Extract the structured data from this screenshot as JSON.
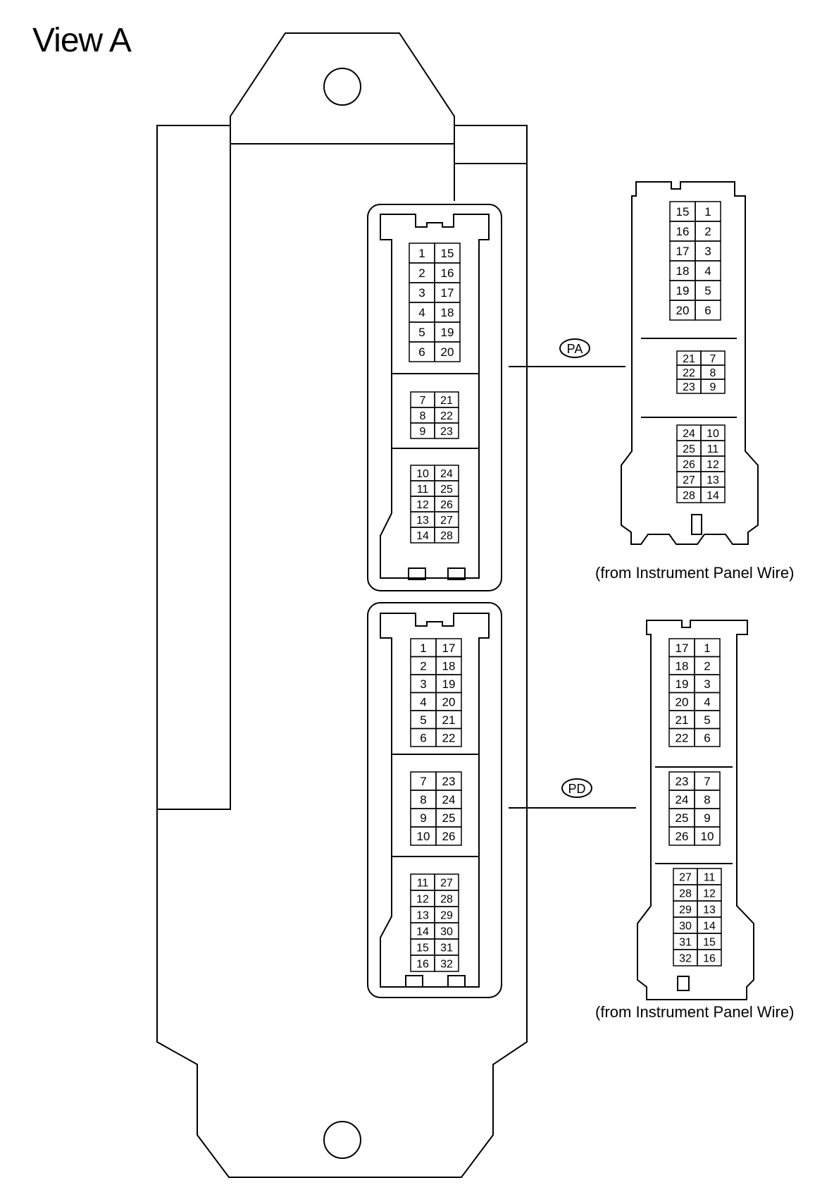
{
  "title": "View A",
  "connectors": [
    {
      "code": "PA",
      "caption": "(from Instrument Panel Wire)",
      "ecu_side": [
        {
          "pins": [
            [
              "1",
              "15"
            ],
            [
              "2",
              "16"
            ],
            [
              "3",
              "17"
            ],
            [
              "4",
              "18"
            ],
            [
              "5",
              "19"
            ],
            [
              "6",
              "20"
            ]
          ]
        },
        {
          "pins": [
            [
              "7",
              "21"
            ],
            [
              "8",
              "22"
            ],
            [
              "9",
              "23"
            ]
          ]
        },
        {
          "pins": [
            [
              "10",
              "24"
            ],
            [
              "11",
              "25"
            ],
            [
              "12",
              "26"
            ],
            [
              "13",
              "27"
            ],
            [
              "14",
              "28"
            ]
          ]
        }
      ],
      "harness_side": [
        {
          "pins": [
            [
              "15",
              "1"
            ],
            [
              "16",
              "2"
            ],
            [
              "17",
              "3"
            ],
            [
              "18",
              "4"
            ],
            [
              "19",
              "5"
            ],
            [
              "20",
              "6"
            ]
          ]
        },
        {
          "pins": [
            [
              "21",
              "7"
            ],
            [
              "22",
              "8"
            ],
            [
              "23",
              "9"
            ]
          ]
        },
        {
          "pins": [
            [
              "24",
              "10"
            ],
            [
              "25",
              "11"
            ],
            [
              "26",
              "12"
            ],
            [
              "27",
              "13"
            ],
            [
              "28",
              "14"
            ]
          ]
        }
      ]
    },
    {
      "code": "PD",
      "caption": "(from Instrument Panel Wire)",
      "ecu_side": [
        {
          "pins": [
            [
              "1",
              "17"
            ],
            [
              "2",
              "18"
            ],
            [
              "3",
              "19"
            ],
            [
              "4",
              "20"
            ],
            [
              "5",
              "21"
            ],
            [
              "6",
              "22"
            ]
          ]
        },
        {
          "pins": [
            [
              "7",
              "23"
            ],
            [
              "8",
              "24"
            ],
            [
              "9",
              "25"
            ],
            [
              "10",
              "26"
            ]
          ]
        },
        {
          "pins": [
            [
              "11",
              "27"
            ],
            [
              "12",
              "28"
            ],
            [
              "13",
              "29"
            ],
            [
              "14",
              "30"
            ],
            [
              "15",
              "31"
            ],
            [
              "16",
              "32"
            ]
          ]
        }
      ],
      "harness_side": [
        {
          "pins": [
            [
              "17",
              "1"
            ],
            [
              "18",
              "2"
            ],
            [
              "19",
              "3"
            ],
            [
              "20",
              "4"
            ],
            [
              "21",
              "5"
            ],
            [
              "22",
              "6"
            ]
          ]
        },
        {
          "pins": [
            [
              "23",
              "7"
            ],
            [
              "24",
              "8"
            ],
            [
              "25",
              "9"
            ],
            [
              "26",
              "10"
            ]
          ]
        },
        {
          "pins": [
            [
              "27",
              "11"
            ],
            [
              "28",
              "12"
            ],
            [
              "29",
              "13"
            ],
            [
              "30",
              "14"
            ],
            [
              "31",
              "15"
            ],
            [
              "32",
              "16"
            ]
          ]
        }
      ]
    }
  ]
}
